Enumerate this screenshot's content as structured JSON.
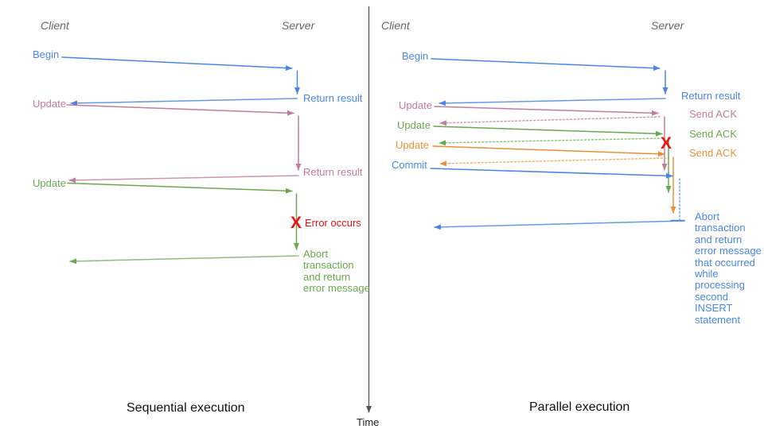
{
  "colors": {
    "blue": "#4a86e8",
    "pink": "#c27ba0",
    "green": "#6aa84f",
    "orange": "#e69138",
    "error_red": "#ee1111",
    "header_gray": "#666666",
    "axis_gray": "#555555",
    "caption_black": "#111111"
  },
  "timeline": {
    "time_label": "Time"
  },
  "sequential": {
    "caption": "Sequential execution",
    "client_header": "Client",
    "server_header": "Server",
    "begin_label": "Begin",
    "return_result_1": "Return result",
    "update_1": "Update",
    "return_result_2": "Return result",
    "update_2": "Update",
    "error_mark": "X",
    "error_label": "Error occurs",
    "abort_note": "Abort\ntransaction\nand return\nerror message"
  },
  "parallel": {
    "caption": "Parallel execution",
    "client_header": "Client",
    "server_header": "Server",
    "begin_label": "Begin",
    "return_result": "Return result",
    "update_1": "Update",
    "send_ack_1": "Send ACK",
    "update_2": "Update",
    "send_ack_2": "Send ACK",
    "update_3": "Update",
    "send_ack_3": "Send ACK",
    "commit_label": "Commit",
    "error_mark": "X",
    "abort_note": "Abort\ntransaction\nand return\nerror message\nthat occurred\nwhile\nprocessing\nsecond\nINSERT\nstatement"
  }
}
